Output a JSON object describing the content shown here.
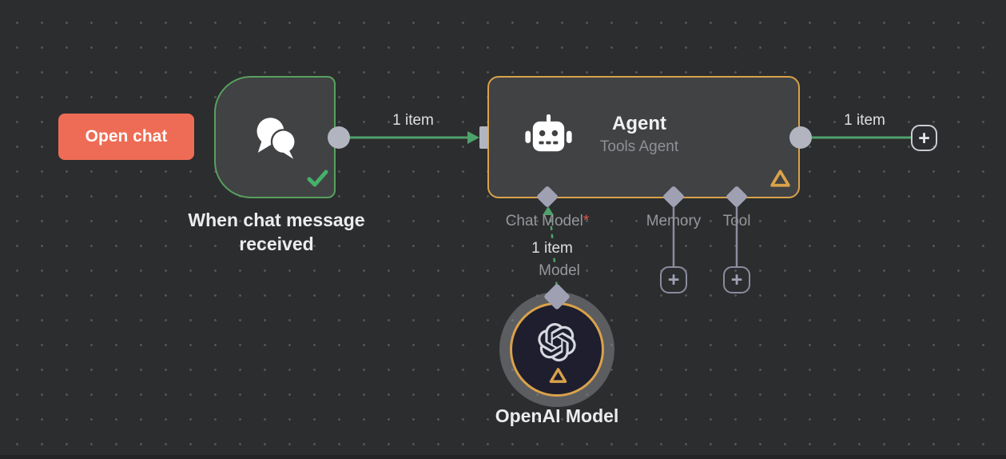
{
  "colors": {
    "bg": "#2c2d2e",
    "dot": "#545559",
    "node_fill": "#414244",
    "green": "#4ea16b",
    "green_bright": "#46b06a",
    "amber": "#d9a24a",
    "coral": "#ee6c55",
    "connector_gray": "#b2b5c0",
    "lavender": "#9fa1b3",
    "line_gray": "#8a8c9e",
    "text_primary": "#ececee",
    "text_secondary": "#95979c",
    "red": "#e2574d",
    "openai_fill": "#1e1e2e",
    "logo_gray": "#d6d8e0",
    "plus_border_bright": "#c9cbd3"
  },
  "open_chat_button": {
    "label": "Open chat"
  },
  "nodes": {
    "trigger": {
      "name_line1": "When chat message",
      "name_line2": "received"
    },
    "agent": {
      "title": "Agent",
      "subtitle": "Tools Agent",
      "ports": {
        "chat_model": {
          "label": "Chat Model",
          "required_marker": "*"
        },
        "memory": {
          "label": "Memory"
        },
        "tool": {
          "label": "Tool"
        }
      }
    },
    "openai": {
      "name": "OpenAI Model"
    }
  },
  "connections": {
    "trigger_to_agent": {
      "label": "1 item"
    },
    "agent_to_next": {
      "label": "1 item"
    },
    "model_to_agent": {
      "label": "1 item",
      "port_label": "Model"
    }
  },
  "icons": {
    "plus": "+"
  }
}
